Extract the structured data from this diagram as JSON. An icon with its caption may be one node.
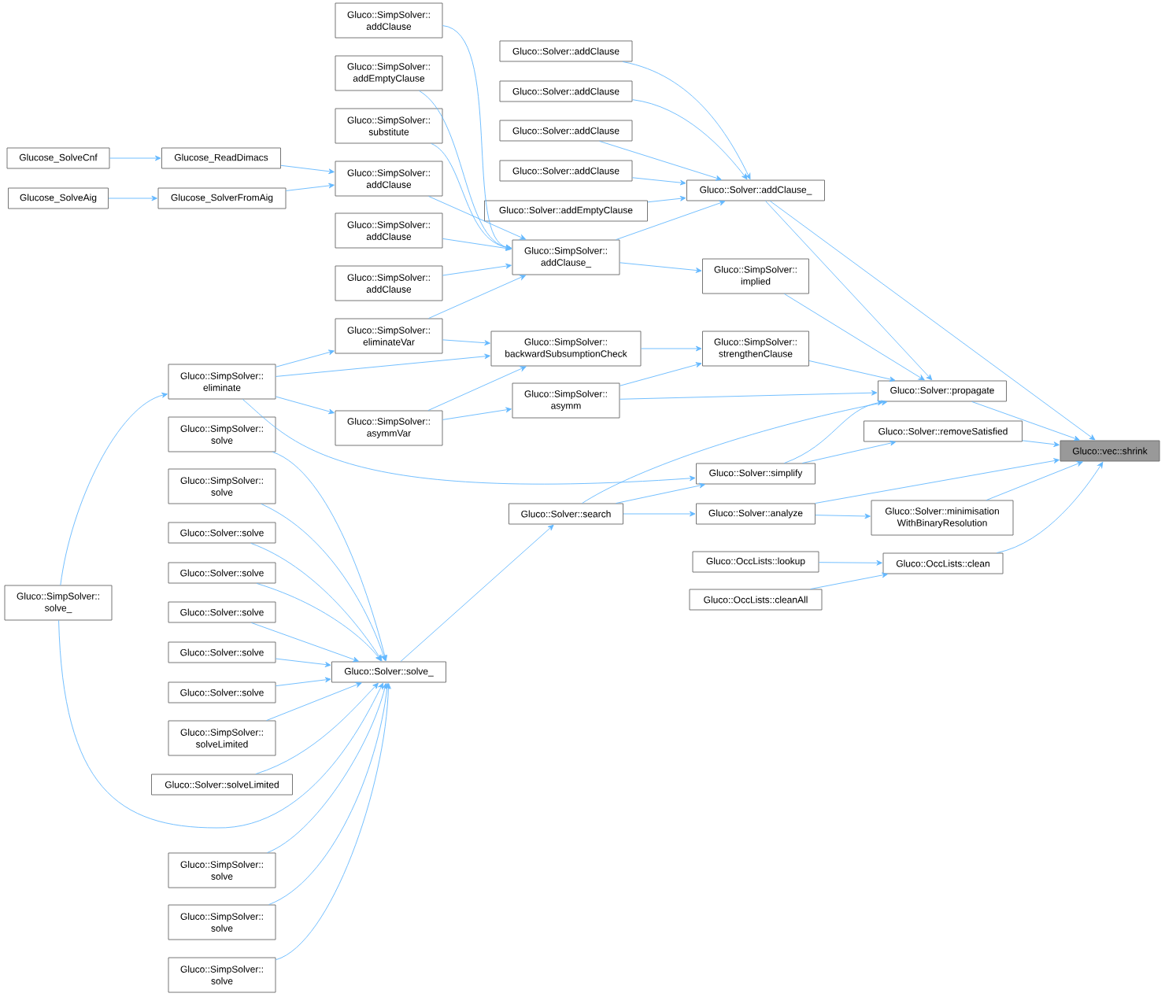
{
  "diagram": {
    "nodes": [
      {
        "text": [
          "Gluco::vec::shrink"
        ]
      },
      {
        "text": [
          "Gluco::Solver::addClause_"
        ]
      },
      {
        "text": [
          "Gluco::Solver::propagate"
        ]
      },
      {
        "text": [
          "Gluco::Solver::removeSatisfied"
        ]
      },
      {
        "text": [
          "Gluco::Solver::simplify"
        ]
      },
      {
        "text": [
          "Gluco::Solver::analyze"
        ]
      },
      {
        "text": [
          "Gluco::Solver::minimisation WithBinaryResolution"
        ]
      },
      {
        "text": [
          "Gluco::OccLists::clean"
        ]
      },
      {
        "text": [
          "Gluco::Solver::addClause"
        ]
      },
      {
        "text": [
          "Gluco::Solver::addClause"
        ]
      },
      {
        "text": [
          "Gluco::Solver::addClause"
        ]
      },
      {
        "text": [
          "Gluco::Solver::addClause"
        ]
      },
      {
        "text": [
          "Gluco::Solver::addEmptyClause"
        ]
      },
      {
        "text": [
          "Gluco::SimpSolver:: addClause_"
        ]
      },
      {
        "text": [
          "Gluco::SimpSolver:: implied"
        ]
      },
      {
        "text": [
          "Gluco::SimpSolver:: strengthenClause"
        ]
      },
      {
        "text": [
          "Gluco::SimpSolver:: backwardSubsumptionCheck"
        ]
      },
      {
        "text": [
          "Gluco::SimpSolver:: asymm"
        ]
      },
      {
        "text": [
          "Gluco::Solver::search"
        ]
      },
      {
        "text": [
          "Gluco::OccLists::lookup"
        ]
      },
      {
        "text": [
          "Gluco::OccLists::cleanAll"
        ]
      },
      {
        "text": [
          "Gluco::SimpSolver:: addClause"
        ]
      },
      {
        "text": [
          "Gluco::SimpSolver:: addEmptyClause"
        ]
      },
      {
        "text": [
          "Gluco::SimpSolver:: substitute"
        ]
      },
      {
        "text": [
          "Gluco::SimpSolver:: addClause"
        ]
      },
      {
        "text": [
          "Gluco::SimpSolver:: addClause"
        ]
      },
      {
        "text": [
          "Gluco::SimpSolver:: addClause"
        ]
      },
      {
        "text": [
          "Gluco::SimpSolver:: eliminateVar"
        ]
      },
      {
        "text": [
          "Gluco::SimpSolver:: asymmVar"
        ]
      },
      {
        "text": [
          "Glucose_ReadDimacs"
        ]
      },
      {
        "text": [
          "Glucose_SolverFromAig"
        ]
      },
      {
        "text": [
          "Glucose_SolveCnf"
        ]
      },
      {
        "text": [
          "Glucose_SolveAig"
        ]
      },
      {
        "text": [
          "Gluco::SimpSolver:: eliminate"
        ]
      },
      {
        "text": [
          "Gluco::SimpSolver:: solve"
        ]
      },
      {
        "text": [
          "Gluco::SimpSolver:: solve"
        ]
      },
      {
        "text": [
          "Gluco::Solver::solve"
        ]
      },
      {
        "text": [
          "Gluco::Solver::solve"
        ]
      },
      {
        "text": [
          "Gluco::Solver::solve"
        ]
      },
      {
        "text": [
          "Gluco::Solver::solve"
        ]
      },
      {
        "text": [
          "Gluco::Solver::solve"
        ]
      },
      {
        "text": [
          "Gluco::SimpSolver:: solveLimited"
        ]
      },
      {
        "text": [
          "Gluco::Solver::solveLimited"
        ]
      },
      {
        "text": [
          "Gluco::Solver::solve_"
        ]
      },
      {
        "text": [
          "Gluco::SimpSolver:: solve_"
        ]
      },
      {
        "text": [
          "Gluco::SimpSolver:: solve"
        ]
      },
      {
        "text": [
          "Gluco::SimpSolver:: solve"
        ]
      },
      {
        "text": [
          "Gluco::SimpSolver:: solve"
        ]
      }
    ],
    "edges": [
      {
        "from": 1,
        "to": 0,
        "arrow": "to"
      },
      {
        "from": 2,
        "to": 0,
        "arrow": "to"
      },
      {
        "from": 3,
        "to": 0,
        "arrow": "to"
      },
      {
        "from": 5,
        "to": 0,
        "arrow": "to"
      },
      {
        "from": 6,
        "to": 0,
        "arrow": "to"
      },
      {
        "from": 7,
        "to": 0,
        "arrow": "to"
      },
      {
        "from": 8,
        "to": 1,
        "arrow": "to"
      },
      {
        "from": 9,
        "to": 1,
        "arrow": "to"
      },
      {
        "from": 10,
        "to": 1,
        "arrow": "to"
      },
      {
        "from": 11,
        "to": 1,
        "arrow": "to"
      },
      {
        "from": 12,
        "to": 1,
        "arrow": "to"
      },
      {
        "from": 13,
        "to": 1,
        "arrow": "to"
      },
      {
        "from": 1,
        "to": 2,
        "arrow": "to"
      },
      {
        "from": 14,
        "to": 2,
        "arrow": "to"
      },
      {
        "from": 15,
        "to": 2,
        "arrow": "to"
      },
      {
        "from": 17,
        "to": 2,
        "arrow": "to"
      },
      {
        "from": 18,
        "to": 2,
        "arrow": "to"
      },
      {
        "from": 4,
        "to": 2,
        "arrow": "to"
      },
      {
        "from": 4,
        "to": 3,
        "arrow": "to"
      },
      {
        "from": 33,
        "to": 4,
        "arrow": "to"
      },
      {
        "from": 18,
        "to": 4,
        "arrow": "to"
      },
      {
        "from": 18,
        "to": 5,
        "arrow": "to"
      },
      {
        "from": 5,
        "to": 6,
        "arrow": "to"
      },
      {
        "from": 19,
        "to": 7,
        "arrow": "to"
      },
      {
        "from": 20,
        "to": 7,
        "arrow": "to"
      },
      {
        "from": 21,
        "to": 13,
        "arrow": "to"
      },
      {
        "from": 22,
        "to": 13,
        "arrow": "to"
      },
      {
        "from": 23,
        "to": 13,
        "arrow": "to"
      },
      {
        "from": 24,
        "to": 13,
        "arrow": "to"
      },
      {
        "from": 25,
        "to": 13,
        "arrow": "to"
      },
      {
        "from": 26,
        "to": 13,
        "arrow": "to"
      },
      {
        "from": 27,
        "to": 13,
        "arrow": "to"
      },
      {
        "from": 13,
        "to": 14,
        "arrow": "to"
      },
      {
        "from": 16,
        "to": 15,
        "arrow": "to"
      },
      {
        "from": 17,
        "to": 15,
        "arrow": "to"
      },
      {
        "from": 27,
        "to": 16,
        "arrow": "to"
      },
      {
        "from": 33,
        "to": 16,
        "arrow": "to"
      },
      {
        "from": 28,
        "to": 16,
        "arrow": "to"
      },
      {
        "from": 28,
        "to": 17,
        "arrow": "to"
      },
      {
        "from": 43,
        "to": 18,
        "arrow": "to"
      },
      {
        "from": 29,
        "to": 24,
        "arrow": "to"
      },
      {
        "from": 30,
        "to": 24,
        "arrow": "to"
      },
      {
        "from": 31,
        "to": 29,
        "arrow": "to"
      },
      {
        "from": 32,
        "to": 30,
        "arrow": "to"
      },
      {
        "from": 33,
        "to": 27,
        "arrow": "to"
      },
      {
        "from": 33,
        "to": 28,
        "arrow": "to"
      },
      {
        "from": 44,
        "to": 33,
        "arrow": "to"
      },
      {
        "from": 34,
        "to": 43,
        "arrow": "to"
      },
      {
        "from": 35,
        "to": 43,
        "arrow": "to"
      },
      {
        "from": 36,
        "to": 43,
        "arrow": "to"
      },
      {
        "from": 37,
        "to": 43,
        "arrow": "to"
      },
      {
        "from": 38,
        "to": 43,
        "arrow": "to"
      },
      {
        "from": 39,
        "to": 43,
        "arrow": "to"
      },
      {
        "from": 40,
        "to": 43,
        "arrow": "to"
      },
      {
        "from": 41,
        "to": 43,
        "arrow": "to"
      },
      {
        "from": 42,
        "to": 43,
        "arrow": "to"
      },
      {
        "from": 44,
        "to": 43,
        "arrow": "to"
      },
      {
        "from": 45,
        "to": 43,
        "arrow": "to"
      },
      {
        "from": 46,
        "to": 43,
        "arrow": "to"
      },
      {
        "from": 47,
        "to": 43,
        "arrow": "to"
      }
    ]
  }
}
